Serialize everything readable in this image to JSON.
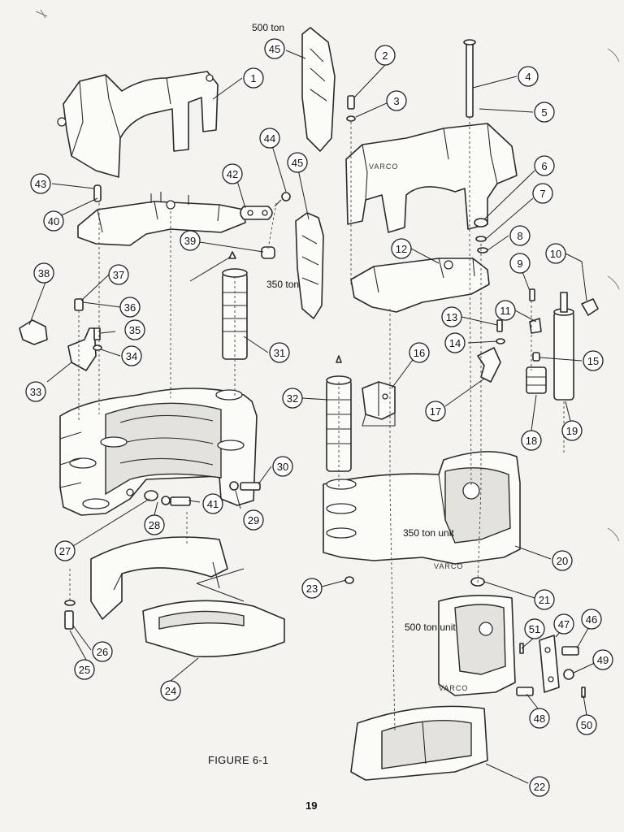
{
  "figure": {
    "caption": "FIGURE 6-1",
    "page_number": "19",
    "brand_marking": "VARCO"
  },
  "labels": {
    "ton500_top": "500 ton",
    "ton350": "350 ton",
    "unit350": "350 ton unit",
    "unit500": "500 ton unit"
  },
  "balloons": [
    "1",
    "2",
    "3",
    "4",
    "5",
    "6",
    "7",
    "8",
    "9",
    "10",
    "11",
    "12",
    "13",
    "14",
    "15",
    "16",
    "17",
    "18",
    "19",
    "20",
    "21",
    "22",
    "23",
    "24",
    "25",
    "26",
    "27",
    "28",
    "29",
    "30",
    "31",
    "32",
    "33",
    "34",
    "35",
    "36",
    "37",
    "38",
    "39",
    "40",
    "41",
    "42",
    "43",
    "44",
    "45",
    "46",
    "47",
    "48",
    "49",
    "50",
    "51"
  ]
}
